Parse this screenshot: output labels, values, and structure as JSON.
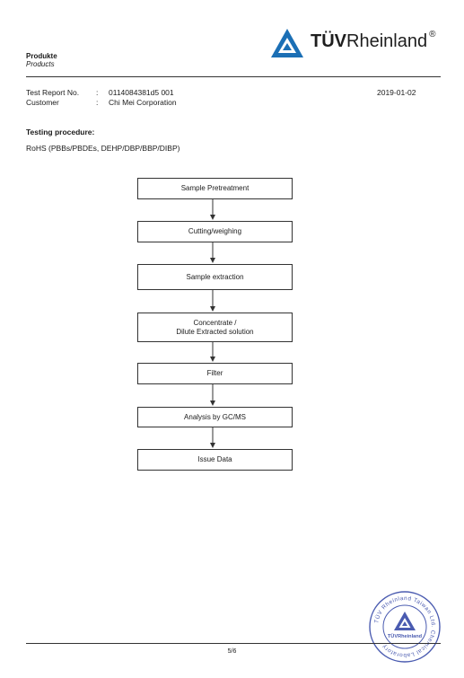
{
  "header": {
    "label_de": "Produkte",
    "label_en": "Products",
    "logo_text_bold": "TÜV",
    "logo_text_regular": "Rheinland",
    "logo_mark": "®",
    "brand_color": "#1b6fb5"
  },
  "report": {
    "rows": [
      {
        "label": "Test Report No.",
        "sep": ":",
        "value": "0114084381d5 001"
      },
      {
        "label": "Customer",
        "sep": ":",
        "value": "Chi Mei Corporation"
      }
    ],
    "date": "2019-01-02"
  },
  "section_title": "Testing procedure:",
  "scope": "RoHS (PBBs/PBDEs, DEHP/DBP/BBP/DIBP)",
  "flow_steps": [
    "Sample Pretreatment",
    "Cutting/weighing",
    "Sample extraction",
    "Concentrate /\nDilute Extracted solution",
    "Filter",
    "Analysis by GC/MS",
    "Issue Data"
  ],
  "stamp": {
    "ring_text": "TÜV Rheinland Taiwan Ltd. Chemical Laboratory",
    "center_text": "TÜVRheinland",
    "color": "#4a5bb0"
  },
  "footer": {
    "page": "5/6"
  }
}
